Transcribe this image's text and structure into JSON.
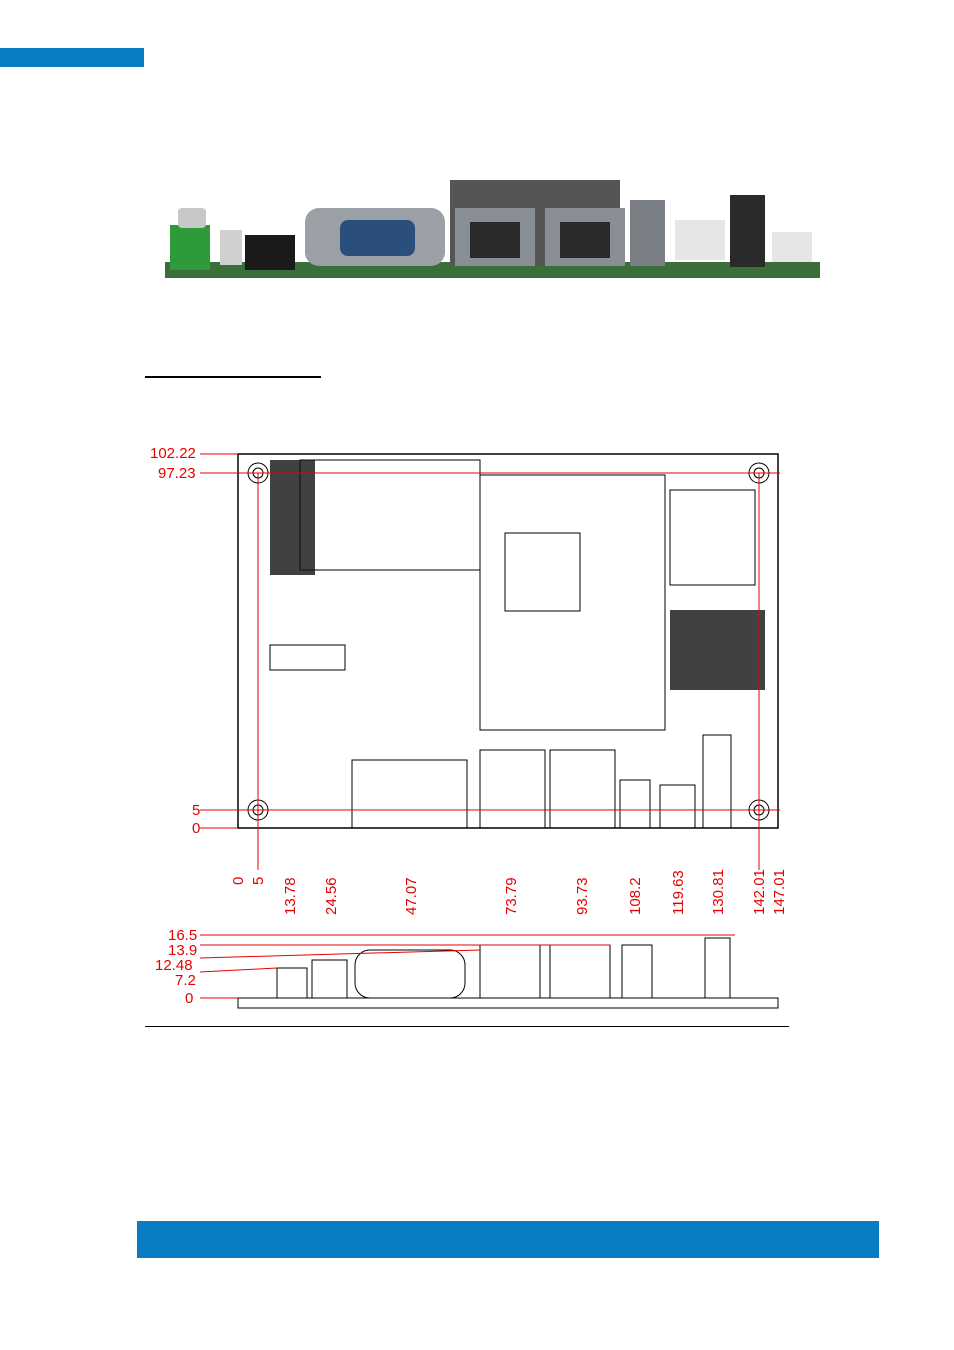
{
  "colors": {
    "brand": "#0a7cc4",
    "dimension": "#e60000",
    "board": "#3a6f3a"
  },
  "icons": {
    "photo": "board-photo",
    "drawing": "board-drawing"
  },
  "drawing": {
    "top_view_left_labels": [
      "102.22",
      "97.23",
      "5",
      "0"
    ],
    "top_view_bottom_labels": [
      "0",
      "5",
      "13.78",
      "24.56",
      "47.07",
      "73.79",
      "93.73",
      "108.2",
      "119.63",
      "130.81",
      "142.01",
      "147.01"
    ],
    "side_view_labels": [
      "16.5",
      "13.9",
      "12.48",
      "7.2",
      "0"
    ]
  }
}
